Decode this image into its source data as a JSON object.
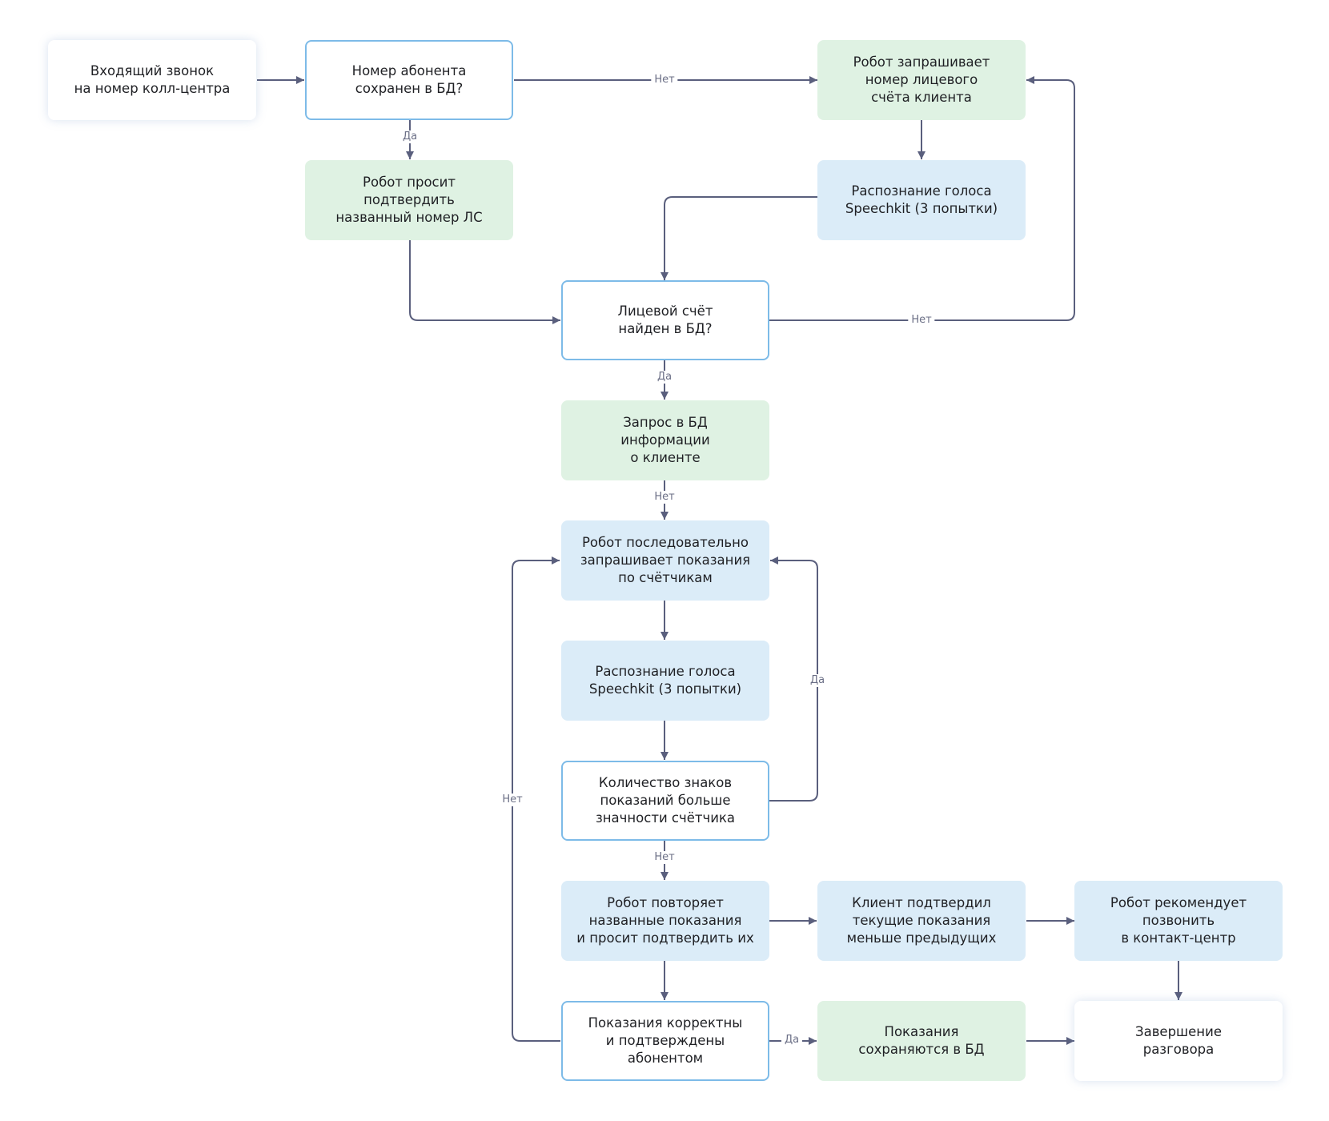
{
  "nodes": {
    "incoming_call": "Входящий звонок\nна номер колл-центра",
    "number_saved": "Номер абонента\nсохранен в БД?",
    "ask_account": "Робот запрашивает\nномер лицевого\nсчёта клиента",
    "confirm_account": "Робот просит\nподтвердить\nназванный номер ЛС",
    "speech_1": "Распознание голоса\nSpeechkit (3 попытки)",
    "account_found": "Лицевой счёт\nнайден в БД?",
    "query_info": "Запрос в БД\nинформации\nо клиенте",
    "ask_meters": "Робот последовательно\nзапрашивает показания\nпо счётчикам",
    "speech_2": "Распознание голоса\nSpeechkit (3 попытки)",
    "digits_check": "Количество знаков\nпоказаний больше\nзначности счётчика",
    "repeat_readings": "Робот повторяет\nназванные показания\nи просит подтвердить их",
    "client_confirmed_less": "Клиент подтвердил\nтекущие показания\nменьше предыдущих",
    "recommend_call": "Робот рекомендует\nпозвонить\nв контакт-центр",
    "readings_correct": "Показания корректны\nи подтверждены\nабонентом",
    "readings_saved": "Показания\nсохраняются в БД",
    "end_call": "Завершение\nразговора"
  },
  "labels": {
    "no_1": "Нет",
    "yes_1": "Да",
    "no_2": "Нет",
    "yes_2": "Да",
    "no_3": "Нет",
    "yes_3": "Да",
    "no_4": "Нет",
    "no_5": "Нет",
    "yes_4": "Да"
  },
  "colors": {
    "edge": "#5a5f7d",
    "label_text": "#6b6f86",
    "outline_border": "#7dbbe8",
    "green_fill": "#dff2e3",
    "blue_fill": "#dbecf8"
  }
}
